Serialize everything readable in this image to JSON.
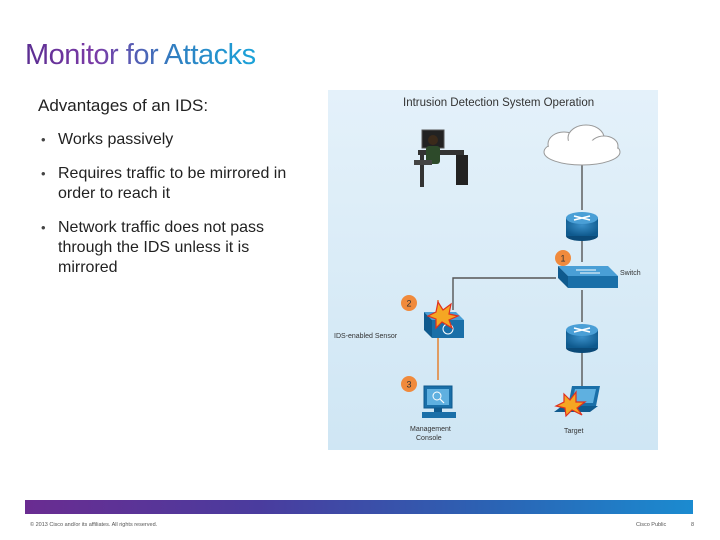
{
  "slide": {
    "title": "Monitor for Attacks",
    "subhead": "Advantages of an IDS:",
    "bullets": [
      "Works passively",
      "Requires traffic to be mirrored in order to reach it",
      "Network traffic does not pass through the IDS unless it is mirrored"
    ],
    "bullet_glyph": "•"
  },
  "diagram": {
    "title": "Intrusion Detection System Operation",
    "switch_label": "Switch",
    "sensor_label": "IDS-enabled Sensor",
    "console_label_line1": "Management",
    "console_label_line2": "Console",
    "target_label": "Target",
    "steps": [
      "1",
      "2",
      "3"
    ]
  },
  "footer": {
    "copyright": "© 2013 Cisco and/or its affiliates. All rights reserved.",
    "classification": "Cisco Public",
    "page_number": "8"
  },
  "colors": {
    "title_gradient_start": "#5a2d91",
    "title_gradient_end": "#1aa3d9",
    "diagram_bg": "#d9ecf7",
    "step_badge": "#f08a3c",
    "device_blue": "#1a6fa8"
  }
}
